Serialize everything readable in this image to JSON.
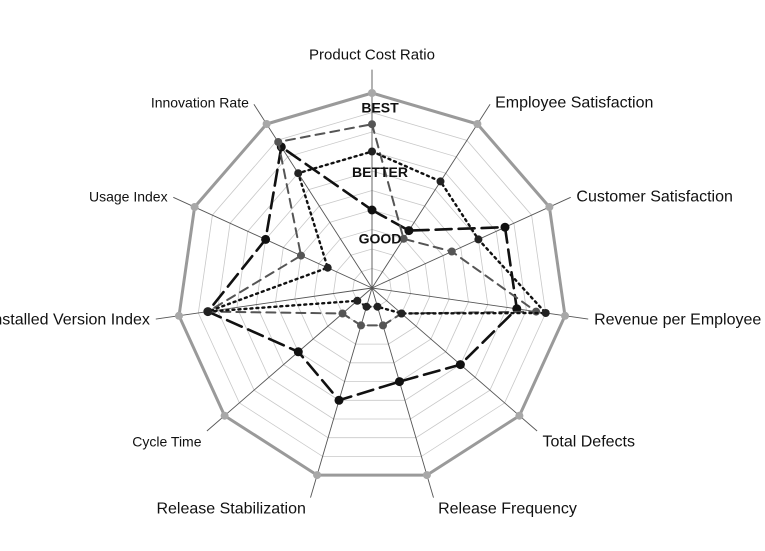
{
  "chart_data": {
    "type": "radar",
    "title": "",
    "axes": [
      "Product Cost Ratio",
      "Employee Satisfaction",
      "Customer Satisfaction",
      "Revenue per Employee",
      "Total Defects",
      "Release Frequency",
      "Release Stabilization",
      "Cycle Time",
      "Installed Version Index",
      "Usage Index",
      "Innovation Rate"
    ],
    "scale": {
      "min": 0,
      "max": 10,
      "rings": 10
    },
    "level_labels": [
      {
        "text": "BEST",
        "value": 9.3
      },
      {
        "text": "BETTER",
        "value": 6.0
      },
      {
        "text": "GOOD",
        "value": 2.6
      }
    ],
    "series": [
      {
        "style": "solid-gray",
        "color": "#9a9a9a",
        "values": [
          10,
          10,
          10,
          10,
          10,
          10,
          10,
          10,
          10,
          10,
          10
        ]
      },
      {
        "style": "long-dash-black",
        "color": "#111111",
        "values": [
          4.0,
          3.5,
          7.5,
          7.5,
          6.0,
          5.0,
          6.0,
          5.0,
          8.5,
          6.0,
          8.6
        ]
      },
      {
        "style": "dash-gray",
        "color": "#555555",
        "values": [
          8.4,
          3.0,
          4.5,
          8.5,
          2.0,
          2.0,
          2.0,
          2.0,
          8.5,
          4.0,
          8.9
        ]
      },
      {
        "style": "dotted-black",
        "color": "#111111",
        "values": [
          7.0,
          6.5,
          6.0,
          9.0,
          2.0,
          1.0,
          1.0,
          1.0,
          8.5,
          2.5,
          7.0
        ]
      }
    ]
  }
}
